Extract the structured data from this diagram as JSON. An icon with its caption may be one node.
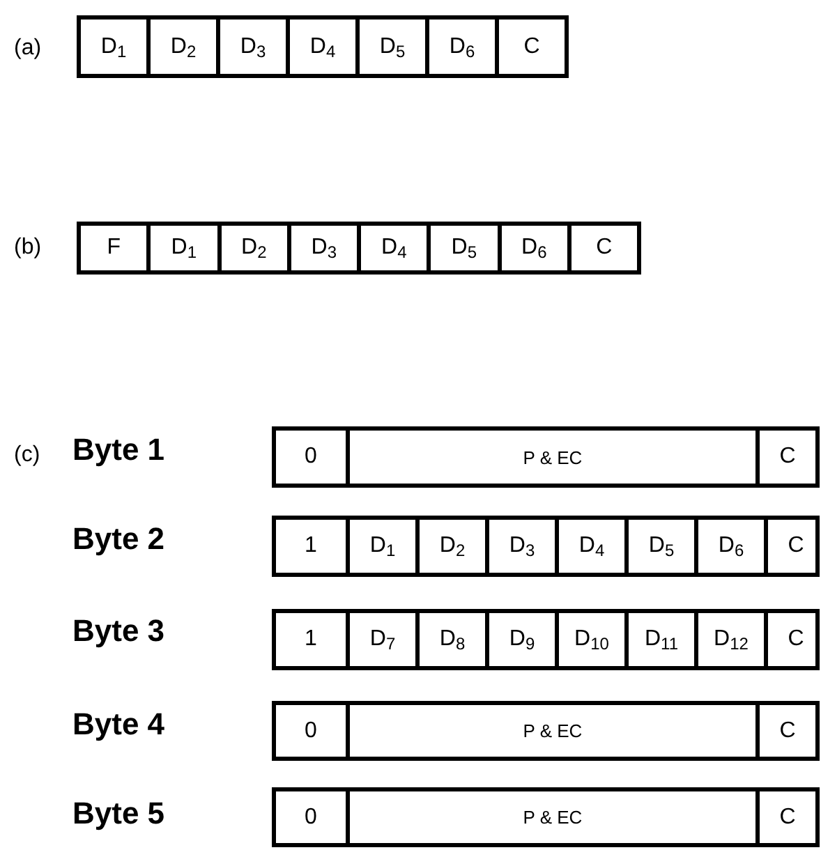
{
  "diagram": {
    "nodes": [
      {
        "text": [],
        "shape": "box"
      },
      {
        "text": [
          "D$_{1}$"
        ],
        "in": 0
      },
      {
        "text": [
          "D$_{2}$"
        ],
        "in": 0
      },
      {
        "text": [
          "D$_{3}$"
        ],
        "in": 0
      },
      {
        "text": [
          "D$_{4}$"
        ],
        "in": 0
      },
      {
        "text": [
          "D$_{5}$"
        ],
        "in": 0
      },
      {
        "text": [
          "D$_{6}$"
        ],
        "in": 0
      },
      {
        "text": [
          "C"
        ],
        "in": 0
      },
      {
        "text": [],
        "shape": "box"
      },
      {
        "text": [
          "F"
        ],
        "in": 8
      },
      {
        "text": [
          "D$_{1}$"
        ],
        "in": 8
      },
      {
        "text": [
          "D$_{2}$"
        ],
        "in": 8
      },
      {
        "text": [
          "D$_{3}$"
        ],
        "in": 8
      },
      {
        "text": [
          "D$_{4}$"
        ],
        "in": 8
      },
      {
        "text": [
          "D$_{5}$"
        ],
        "in": 8
      },
      {
        "text": [
          "D$_{6}$"
        ],
        "in": 8
      },
      {
        "text": [
          "C"
        ],
        "in": 8
      },
      {
        "text": [],
        "shape": "box"
      },
      {
        "text": [
          "0"
        ],
        "in": 17
      },
      {
        "text": [
          "P & EC"
        ],
        "in": 17
      },
      {
        "text": [
          "C"
        ],
        "in": 17
      },
      {
        "text": [],
        "shape": "box"
      },
      {
        "text": [
          "1"
        ],
        "in": 21
      },
      {
        "text": [
          "D$_{1}$"
        ],
        "in": 21
      },
      {
        "text": [
          "D$_{2}$"
        ],
        "in": 21
      },
      {
        "text": [
          "D$_{3}$"
        ],
        "in": 21
      },
      {
        "text": [
          "D$_{4}$"
        ],
        "in": 21
      },
      {
        "text": [
          "D$_{5}$"
        ],
        "in": 21
      },
      {
        "text": [
          "D$_{6}$"
        ],
        "in": 21
      },
      {
        "text": [
          "C"
        ],
        "in": 21
      },
      {
        "text": [],
        "shape": "box"
      },
      {
        "text": [
          "1"
        ],
        "in": 30
      },
      {
        "text": [
          "D$_{7}$"
        ],
        "in": 30
      },
      {
        "text": [
          "D$_{8}$"
        ],
        "in": 30
      },
      {
        "text": [
          "D$_{9}$"
        ],
        "in": 30
      },
      {
        "text": [
          "D$_{10}$"
        ],
        "in": 30
      },
      {
        "text": [
          "D$_{11}$"
        ],
        "in": 30
      },
      {
        "text": [
          "D$_{12}$"
        ],
        "in": 30
      },
      {
        "text": [
          "C"
        ],
        "in": 30
      },
      {
        "text": [],
        "shape": "box"
      },
      {
        "text": [
          "0"
        ],
        "in": 39
      },
      {
        "text": [
          "P & EC"
        ],
        "in": 39
      },
      {
        "text": [
          "C"
        ],
        "in": 39
      },
      {
        "text": [],
        "shape": "box"
      },
      {
        "text": [
          "0"
        ],
        "in": 43
      },
      {
        "text": [
          "P & EC"
        ],
        "in": 43
      },
      {
        "text": [
          "C"
        ],
        "in": 43
      }
    ],
    "labels": [
      "(a)",
      "(b)",
      "(c)",
      "Byte 1",
      "Byte 2",
      "Byte 3",
      "Byte 4",
      "Byte 5"
    ]
  }
}
